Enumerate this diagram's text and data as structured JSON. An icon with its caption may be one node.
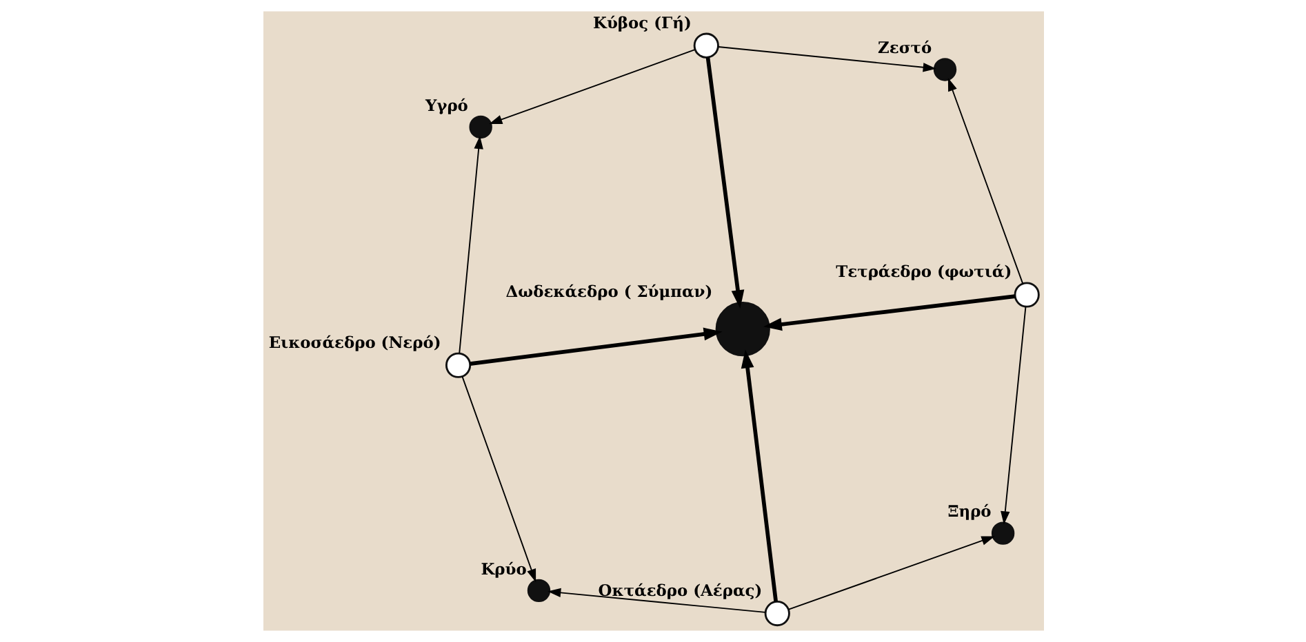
{
  "diagram": {
    "nodes": [
      {
        "text": [
          "Τετράεδρο (φωτιά)"
        ]
      },
      {
        "text": [
          "Ξηρό"
        ]
      },
      {
        "text": [
          "Ζεστό"
        ]
      },
      {
        "text": [
          "Οκτάεδρο (Αέρας)"
        ]
      },
      {
        "text": [
          "Δωδεκάεδρο ( Σύμπαν)"
        ]
      },
      {
        "text": [
          "Κύβος (Γή)"
        ]
      },
      {
        "text": [
          "Κρύο"
        ]
      },
      {
        "text": [
          "Υγρό"
        ]
      },
      {
        "text": [
          "Εικοσάεδρο (Νερό)"
        ]
      }
    ],
    "edges": [
      {
        "from": 0,
        "to": 1,
        "arrow": "to"
      },
      {
        "from": 0,
        "to": 4,
        "arrow": "to",
        "style": "thick"
      },
      {
        "from": 0,
        "to": 2,
        "arrow": "to"
      },
      {
        "from": 3,
        "to": 1,
        "arrow": "to"
      },
      {
        "from": 5,
        "to": 2,
        "arrow": "to"
      },
      {
        "from": 3,
        "to": 4,
        "arrow": "to",
        "style": "thick"
      },
      {
        "from": 5,
        "to": 4,
        "arrow": "to",
        "style": "thick"
      },
      {
        "from": 3,
        "to": 6,
        "arrow": "to"
      },
      {
        "from": 5,
        "to": 7,
        "arrow": "to"
      },
      {
        "from": 8,
        "to": 6,
        "arrow": "to"
      },
      {
        "from": 8,
        "to": 4,
        "arrow": "to",
        "style": "thick"
      },
      {
        "from": 8,
        "to": 7,
        "arrow": "to"
      }
    ]
  }
}
